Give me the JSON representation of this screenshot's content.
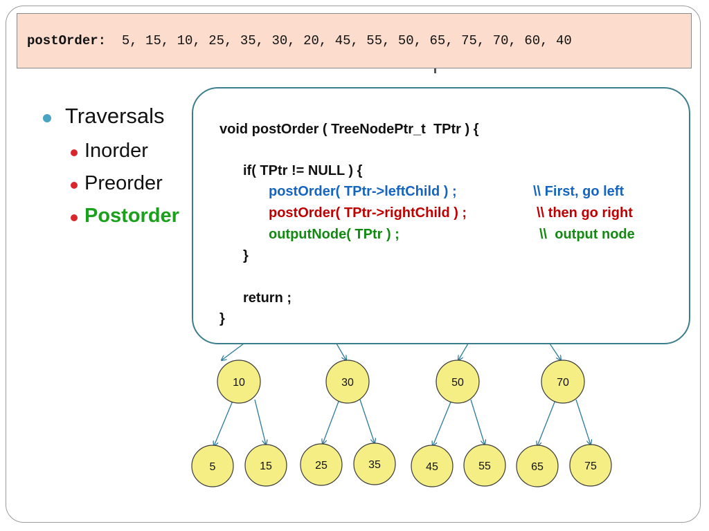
{
  "postorder_bar": {
    "label": "postOrder:",
    "sequence": "5, 15, 10, 25, 35, 30, 20, 45, 55, 50, 65, 75, 70, 60, 40"
  },
  "bullets": {
    "main": "Traversals",
    "items": [
      "Inorder",
      "Preorder",
      "Postorder"
    ]
  },
  "code": {
    "signature": "void postOrder ( TreeNodePtr_t  TPtr ) {",
    "if_line": "if( TPtr != NULL ) {",
    "left_call": "postOrder( TPtr->leftChild ) ;",
    "left_comment": "\\\\ First, go left",
    "right_call": "postOrder( TPtr->rightChild ) ;",
    "right_comment": "\\\\ then go right",
    "output_call": "outputNode( TPtr ) ;",
    "output_comment": "\\\\  output node",
    "close_if": "}",
    "return_line": "return ;",
    "close_fn": "}"
  },
  "tree": {
    "parents": [
      "10",
      "30",
      "50",
      "70"
    ],
    "leaves": [
      "5",
      "15",
      "25",
      "35",
      "45",
      "55",
      "65",
      "75"
    ]
  },
  "colors": {
    "node_fill": "#f4ee84",
    "edge": "#2a7a9a",
    "code_border": "#3a7d8c",
    "bar_bg": "#fbdccd",
    "left_comment": "#1565c0",
    "right_comment": "#c00000",
    "output_comment": "#128a12"
  }
}
